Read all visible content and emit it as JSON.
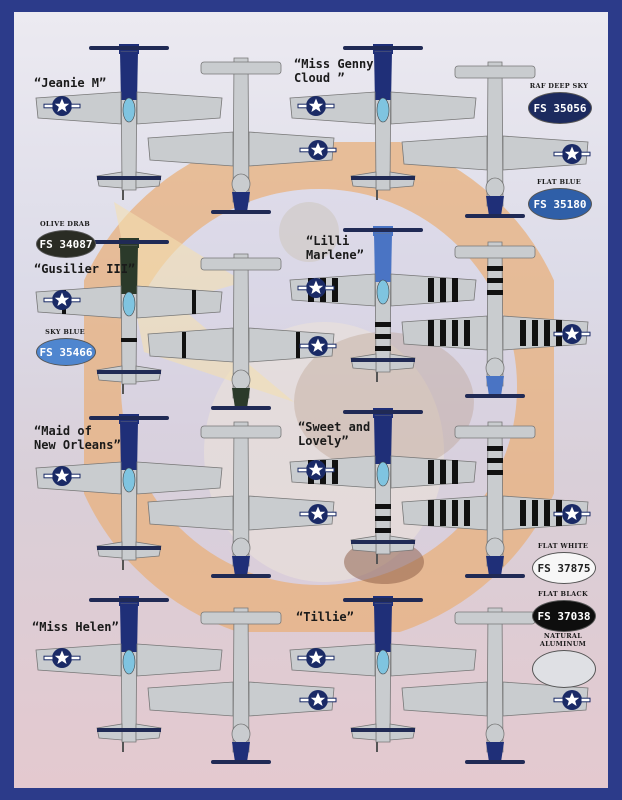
{
  "aircraft": [
    {
      "name": "“Jeanie M”",
      "nose": "#1f2f78",
      "stripes": "none"
    },
    {
      "name": "“Miss Genny\nCloud ”",
      "nose": "#1f2f78",
      "stripes": "none"
    },
    {
      "name": "“Gusilier III”",
      "nose": "#2b3a2a",
      "stripes": "black"
    },
    {
      "name": "“Lilli\nMarlene”",
      "nose": "#4a74c4",
      "stripes": "invasion"
    },
    {
      "name": "“Maid of\nNew Orleans”",
      "nose": "#1f2f78",
      "stripes": "none"
    },
    {
      "name": "“Sweet and\nLovely”",
      "nose": "#1f2f78",
      "stripes": "invasion"
    },
    {
      "name": "“Miss Helen”",
      "nose": "#1f2f78",
      "stripes": "none"
    },
    {
      "name": "“Tillie”",
      "nose": "#1f2f78",
      "stripes": "none"
    }
  ],
  "swatches": [
    {
      "label": "RAF DEEP SKY",
      "code": "FS 35056",
      "fill": "#1c2a5e",
      "text": "#ffffff"
    },
    {
      "label": "FLAT BLUE",
      "code": "FS 35180",
      "fill": "#2f5fa8",
      "text": "#ffffff"
    },
    {
      "label": "OLIVE DRAB",
      "code": "FS 34087",
      "fill": "#2a2c24",
      "text": "#ffffff"
    },
    {
      "label": "SKY BLUE",
      "code": "FS 35466",
      "fill": "#4f86cf",
      "text": "#ffffff"
    },
    {
      "label": "FLAT WHITE",
      "code": "FS 37875",
      "fill": "#f7f7f7",
      "text": "#222222"
    },
    {
      "label": "FLAT BLACK",
      "code": "FS 37038",
      "fill": "#0e0e0e",
      "text": "#ffffff"
    },
    {
      "label": "NATURAL ALUMINUM",
      "code": "",
      "fill": "#dfe0e4",
      "text": "#222222"
    }
  ],
  "colors": {
    "sheet_border": "#2c3b8a",
    "aluminum": "#c9cccf",
    "emblem_ring": "#e7b27e"
  }
}
